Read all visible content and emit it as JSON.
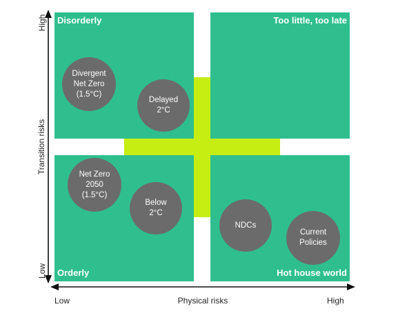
{
  "quadrants": {
    "top_left": "Disorderly",
    "top_right": "Too little, too late",
    "bottom_left": "Orderly",
    "bottom_right": "Hot house world"
  },
  "scenarios": [
    {
      "lines": [
        "Divergent",
        "Net Zero",
        "(1.5°C)"
      ]
    },
    {
      "lines": [
        "Delayed",
        "2°C"
      ]
    },
    {
      "lines": [
        "Net Zero",
        "2050",
        "(1.5°C)"
      ]
    },
    {
      "lines": [
        "Below",
        "2°C"
      ]
    },
    {
      "lines": [
        "NDCs"
      ]
    },
    {
      "lines": [
        "Current",
        "Policies"
      ]
    }
  ],
  "axes": {
    "x_label": "Physical risks",
    "x_low": "Low",
    "x_high": "High",
    "y_label": "Transition risks",
    "y_low": "Low",
    "y_high": "High"
  },
  "colors": {
    "quadrant": "#2fbf8f",
    "cross": "#c6ee12",
    "circle": "#6b6b6b",
    "axis": "#111111"
  }
}
